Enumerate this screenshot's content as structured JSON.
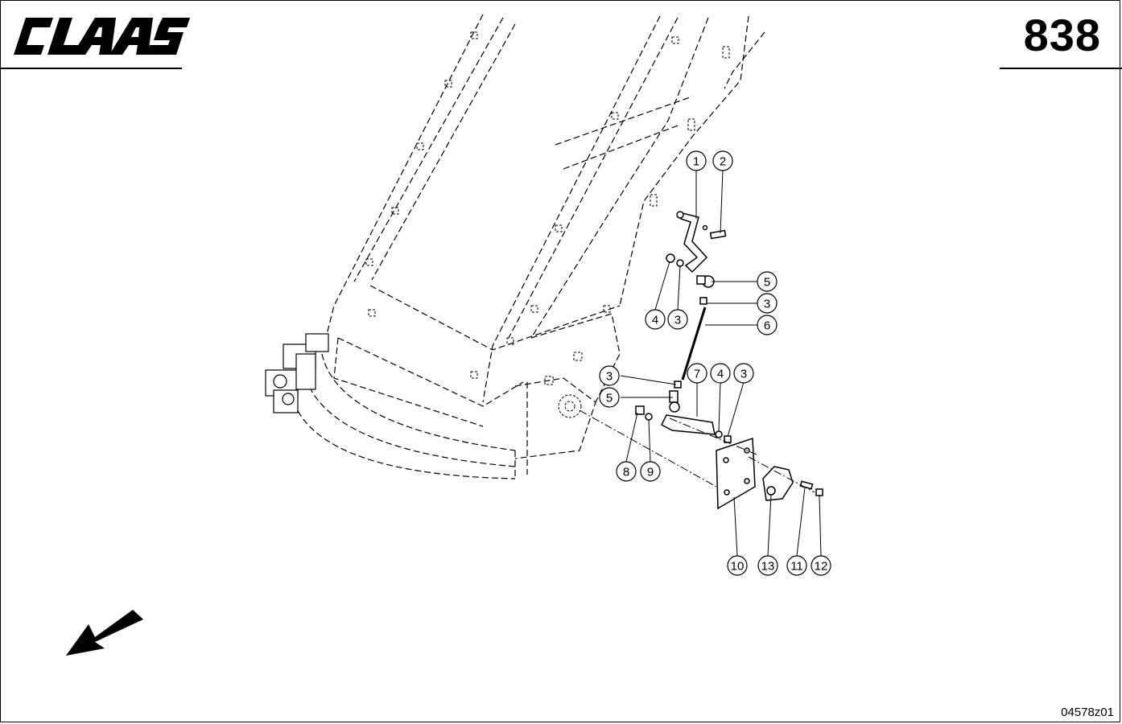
{
  "header": {
    "brand": "CLAAS",
    "page_number": "838"
  },
  "footer": {
    "drawing_reference": "04578z01"
  },
  "callouts": [
    {
      "label": "1"
    },
    {
      "label": "2"
    },
    {
      "label": "5"
    },
    {
      "label": "3"
    },
    {
      "label": "4"
    },
    {
      "label": "3"
    },
    {
      "label": "6"
    },
    {
      "label": "3"
    },
    {
      "label": "7"
    },
    {
      "label": "4"
    },
    {
      "label": "3"
    },
    {
      "label": "5"
    },
    {
      "label": "8"
    },
    {
      "label": "9"
    },
    {
      "label": "10"
    },
    {
      "label": "13"
    },
    {
      "label": "11"
    },
    {
      "label": "12"
    }
  ],
  "icons": {
    "logo": "claas-logo",
    "direction": "direction-arrow-icon"
  }
}
